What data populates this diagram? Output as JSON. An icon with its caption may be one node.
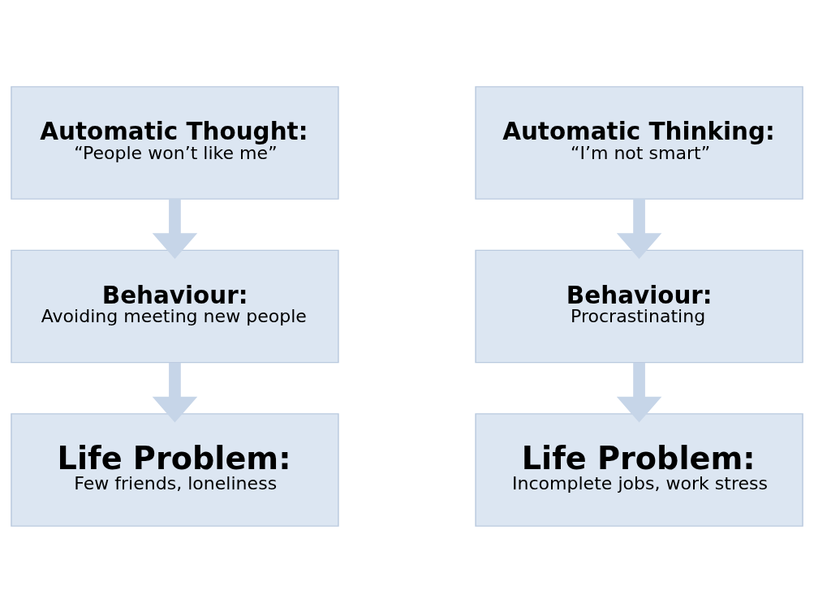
{
  "diagram": {
    "nodes": [
      {
        "text": [
          "Automatic Thought:",
          "“People won’t like me”"
        ]
      },
      {
        "text": [
          "Behaviour:",
          "Avoiding meeting new people"
        ]
      },
      {
        "text": [
          "Life Problem:",
          "Few friends, loneliness"
        ]
      },
      {
        "text": [
          "Automatic Thinking:",
          "“I’m not smart”"
        ]
      },
      {
        "text": [
          "Behaviour:",
          "Procrastinating"
        ]
      },
      {
        "text": [
          "Life Problem:",
          "Incomplete jobs, work stress"
        ]
      }
    ],
    "edges": [
      {
        "from": 0,
        "to": 1,
        "arrow": "to"
      },
      {
        "from": 1,
        "to": 2,
        "arrow": "to"
      },
      {
        "from": 3,
        "to": 4,
        "arrow": "to"
      },
      {
        "from": 4,
        "to": 5,
        "arrow": "to"
      }
    ]
  }
}
